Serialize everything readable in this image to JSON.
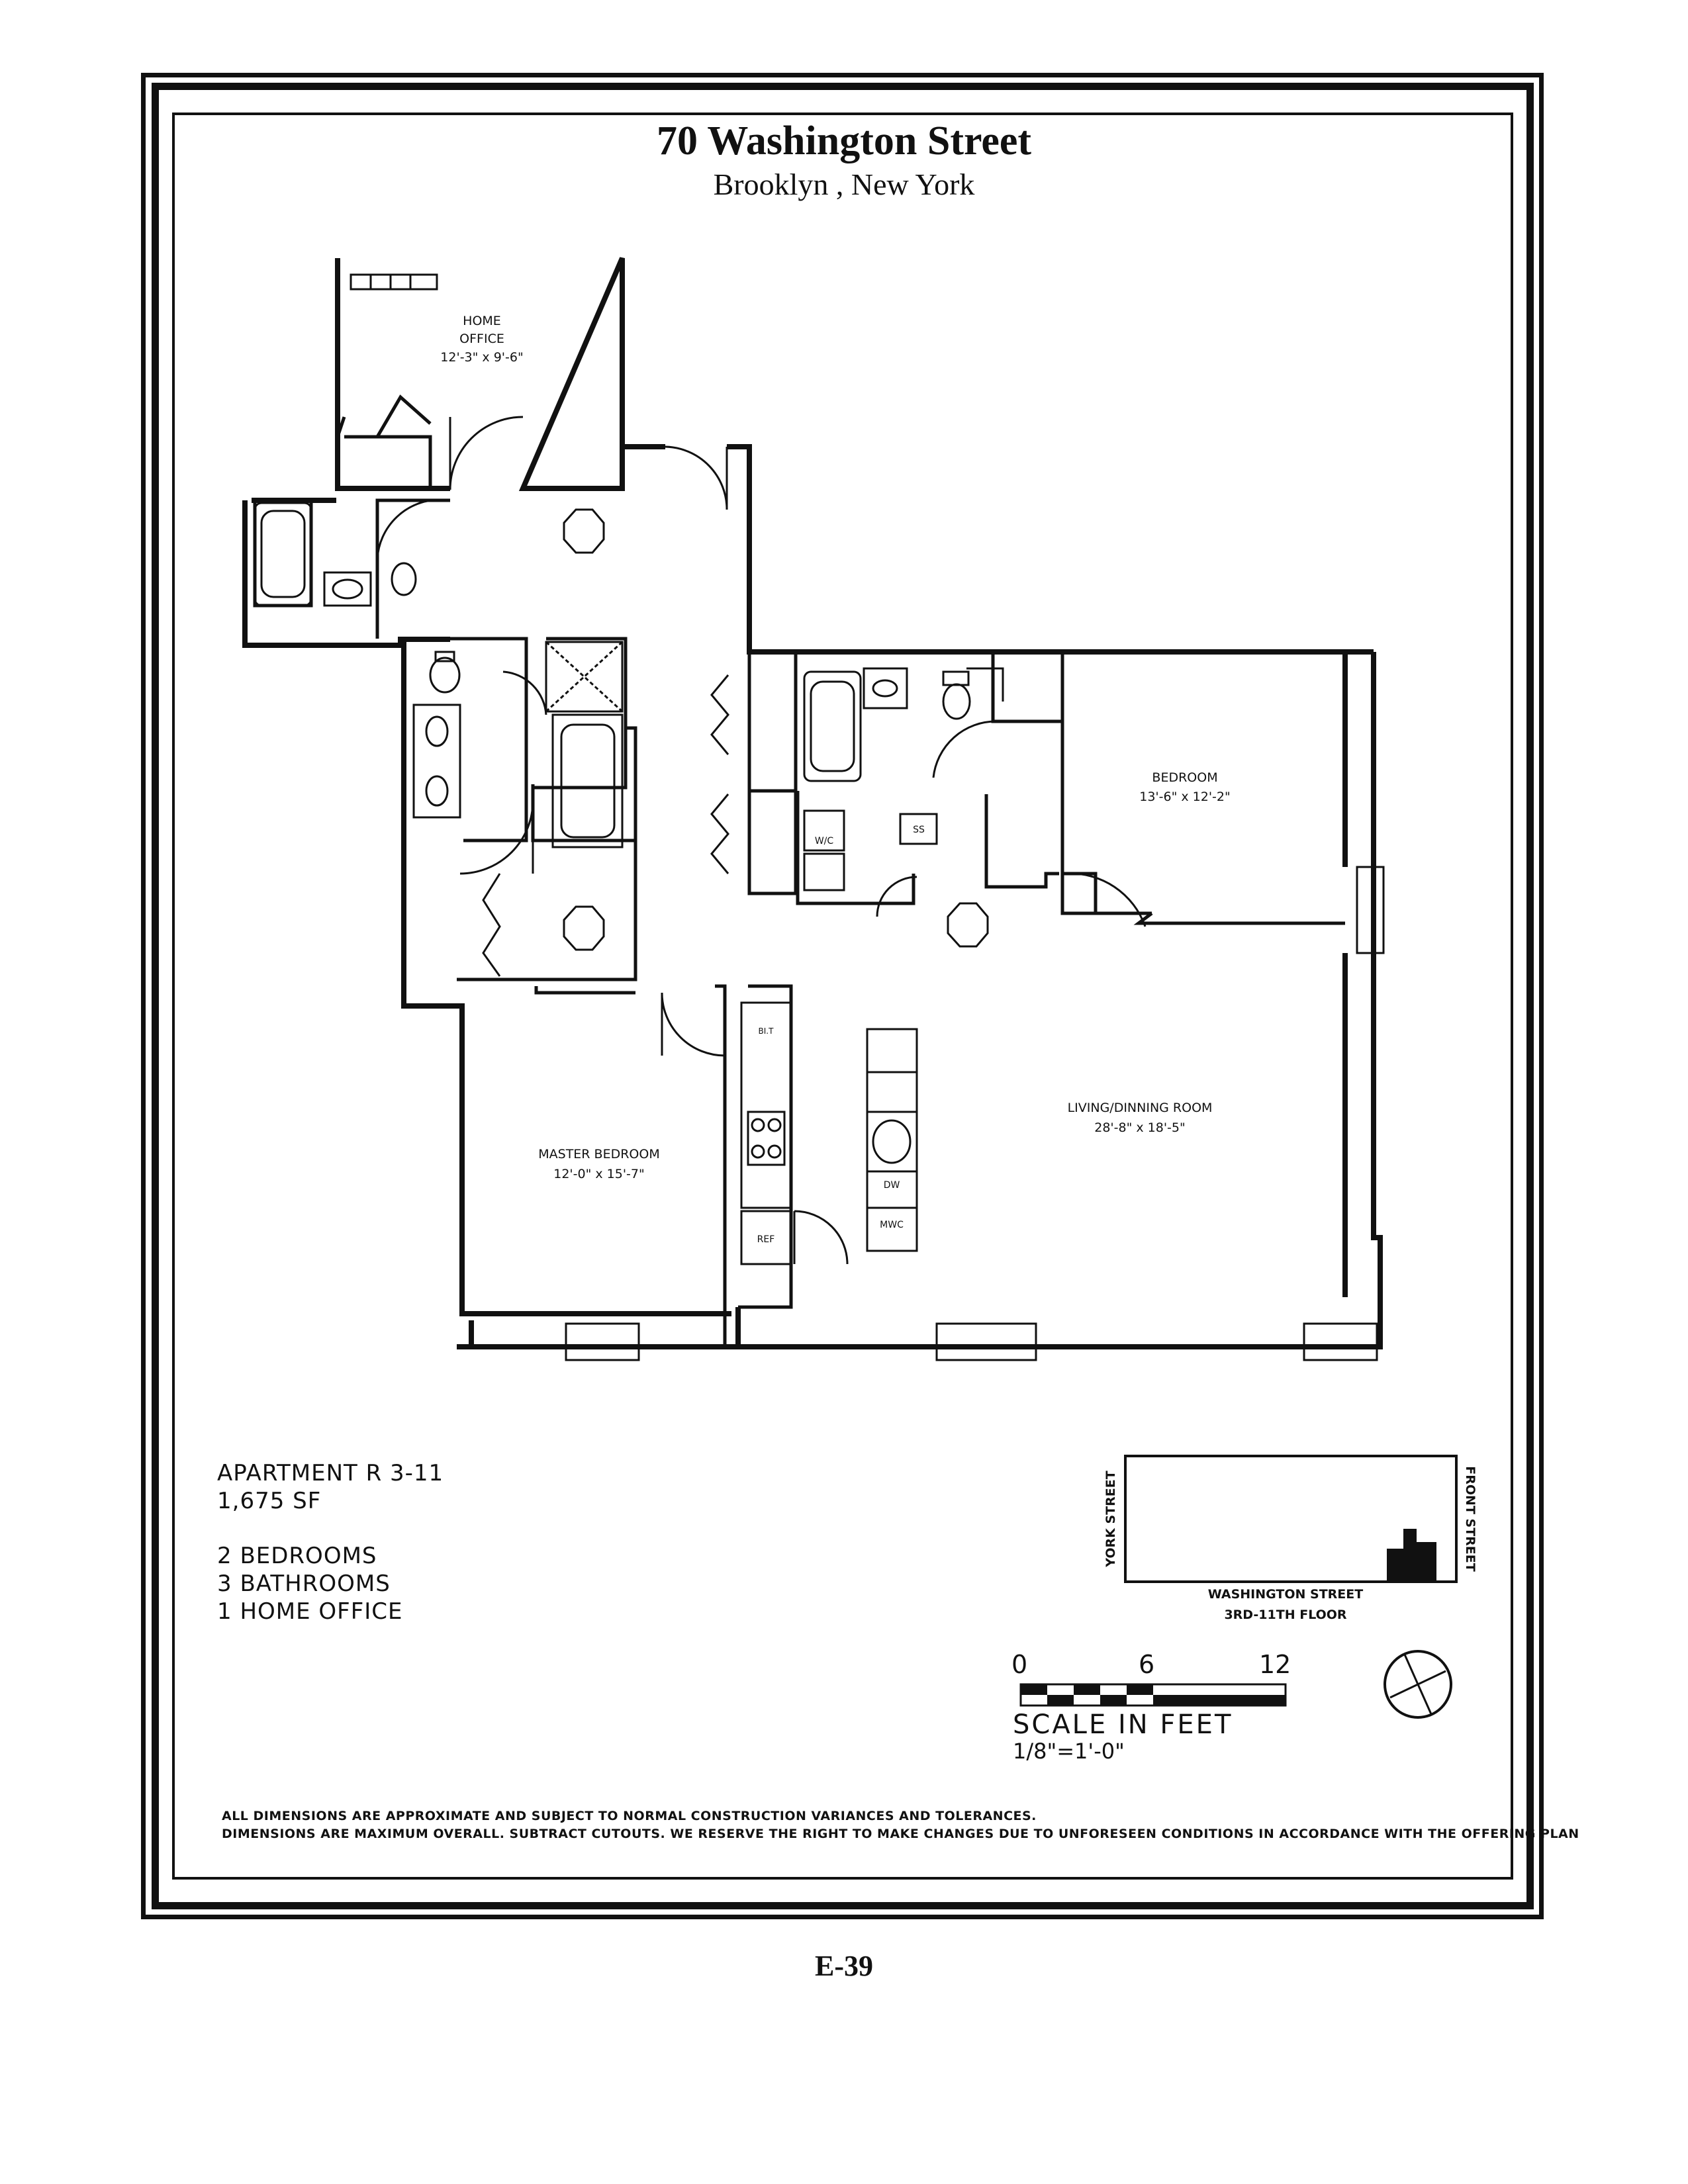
{
  "header": {
    "title": "70 Washington Street",
    "subtitle": "Brooklyn , New York"
  },
  "rooms": {
    "home_office": {
      "name_line1": "HOME",
      "name_line2": "OFFICE",
      "dims": "12'-3\" x 9'-6\""
    },
    "bedroom": {
      "name": "BEDROOM",
      "dims": "13'-6\" x 12'-2\""
    },
    "living": {
      "name": "LIVING/DINNING ROOM",
      "dims": "28'-8\" x 18'-5\""
    },
    "master": {
      "name": "MASTER BEDROOM",
      "dims": "12'-0\" x 15'-7\""
    }
  },
  "fixtures": {
    "wc": "W/C",
    "ss": "SS",
    "dw": "DW",
    "mwc": "MWC",
    "ref": "REF",
    "bt": "BI.T"
  },
  "apartment": {
    "name": "APARTMENT R 3-11",
    "area": "1,675 SF",
    "bedrooms": "2 BEDROOMS",
    "bathrooms": "3 BATHROOMS",
    "office": "1 HOME OFFICE"
  },
  "key_plan": {
    "west": "YORK STREET",
    "east": "FRONT STREET",
    "south": "WASHINGTON STREET",
    "floors": "3RD-11TH FLOOR"
  },
  "scale": {
    "tick_0": "0",
    "tick_6": "6",
    "tick_12": "12",
    "label": "SCALE IN FEET",
    "ratio": "1/8\"=1'-0\""
  },
  "disclaimer": {
    "line1": "ALL DIMENSIONS ARE APPROXIMATE AND SUBJECT TO NORMAL CONSTRUCTION VARIANCES AND TOLERANCES.",
    "line2": "DIMENSIONS ARE MAXIMUM OVERALL. SUBTRACT CUTOUTS. WE RESERVE THE RIGHT TO MAKE CHANGES DUE TO UNFORESEEN CONDITIONS IN ACCORDANCE WITH THE OFFERING PLAN"
  },
  "footer": {
    "page": "E-39"
  }
}
